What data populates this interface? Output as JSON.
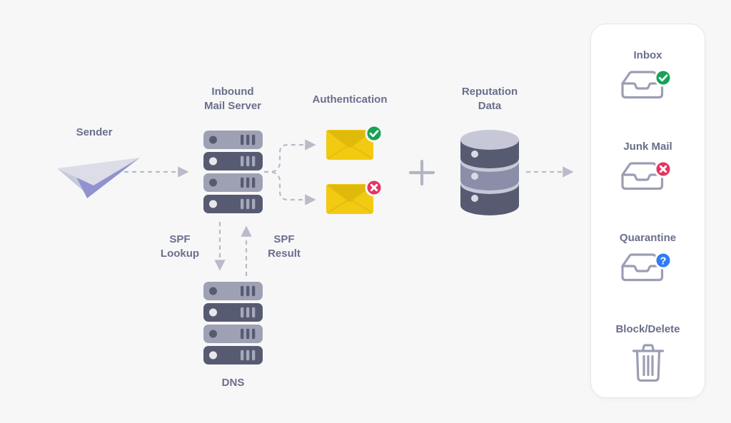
{
  "labels": {
    "sender": "Sender",
    "inbound_server": "Inbound Mail Server",
    "authentication": "Authentication",
    "reputation": "Reputation Data",
    "spf_lookup": "SPF Lookup",
    "spf_result": "SPF Result",
    "dns": "DNS"
  },
  "panel": {
    "items": [
      {
        "label": "Inbox",
        "icon": "inbox-tray-check-icon",
        "badge": "check"
      },
      {
        "label": "Junk Mail",
        "icon": "inbox-tray-x-icon",
        "badge": "x"
      },
      {
        "label": "Quarantine",
        "icon": "inbox-tray-question-icon",
        "badge": "question"
      },
      {
        "label": "Block/Delete",
        "icon": "trash-icon",
        "badge": "none"
      }
    ]
  },
  "authentication": {
    "pass_badge": "check",
    "fail_badge": "x"
  },
  "glyphs": {
    "question": "?"
  },
  "icons": [
    "paper-plane-icon",
    "server-stack-icon",
    "envelope-check-icon",
    "envelope-x-icon",
    "plus-icon",
    "database-icon",
    "inbox-tray-check-icon",
    "inbox-tray-x-icon",
    "inbox-tray-question-icon",
    "trash-icon",
    "dashed-arrow"
  ],
  "colors": {
    "background": "#f7f7f8",
    "label_text": "#6b6e8c",
    "arrow": "#b9bbc9",
    "server_light": "#9ea1b4",
    "server_dark": "#575b72",
    "database_light": "#c6c8d7",
    "database_mid": "#8b8ea9",
    "database_dark": "#575b72",
    "envelope_yellow": "#f2ca12",
    "envelope_flap": "#e0ba0b",
    "badge_green": "#17a356",
    "badge_red": "#e63462",
    "badge_blue": "#2e7bf6",
    "icon_outline": "#9b9eb3",
    "plane_light": "#dcdde8",
    "plane_purple": "#9093cf",
    "panel_background": "#ffffff",
    "panel_border": "#e5e5ee"
  }
}
